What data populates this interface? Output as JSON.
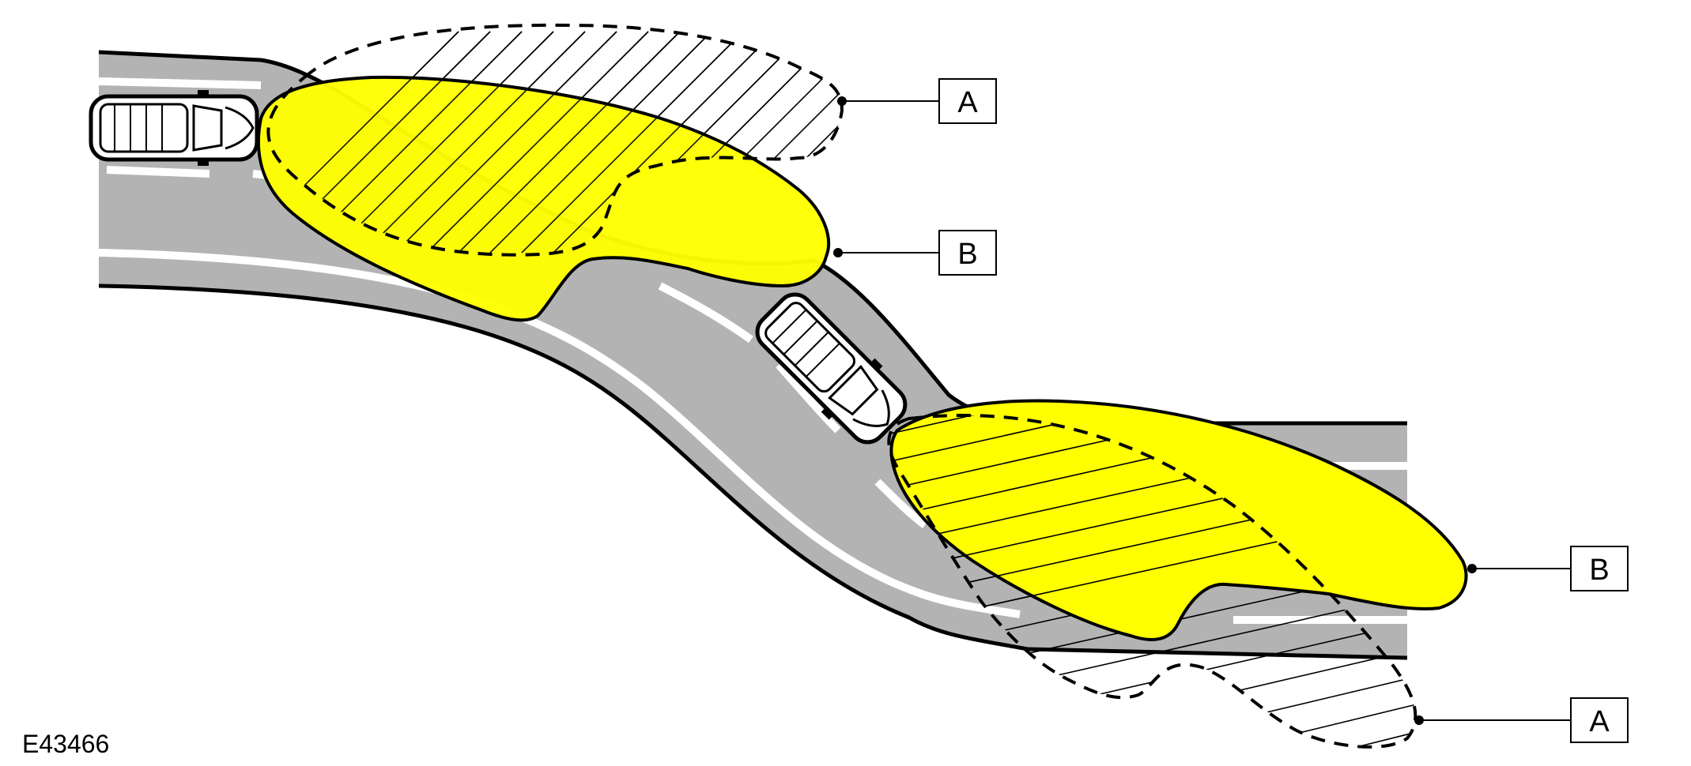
{
  "figure_id": "E43466",
  "callouts": {
    "upper_a": "A",
    "upper_b": "B",
    "lower_b": "B",
    "lower_a": "A"
  },
  "colors": {
    "road": "#b3b3b3",
    "lane_marking": "#ffffff",
    "beam_adaptive": "#ffff00",
    "outline": "#000000"
  }
}
